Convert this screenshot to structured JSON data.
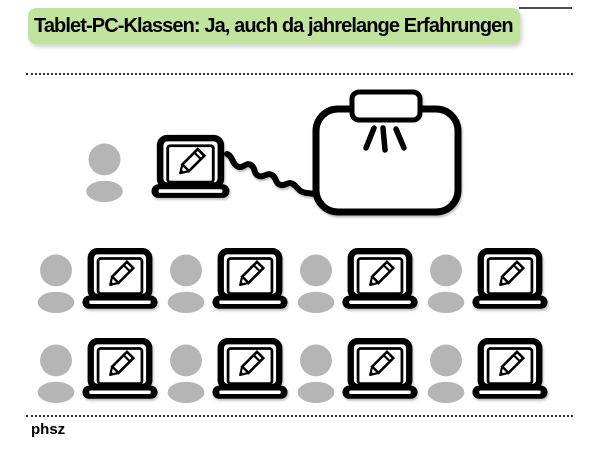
{
  "slide": {
    "title": {
      "text": "Tablet-PC-Klassen: Ja, auch da jahrelange Erfahrungen"
    },
    "footer": {
      "text": "phsz"
    }
  },
  "colors": {
    "title_highlight": "#c0e39e",
    "person_gray": "#b5b5b5",
    "icon_black": "#000000",
    "divider": "#333333"
  },
  "scene": {
    "teacher": {
      "icons": [
        "person-silhouette-icon",
        "laptop-pencil-icon"
      ]
    },
    "projection": {
      "icon": "projector-beam-icon",
      "connector": "squiggle-cable"
    },
    "students": {
      "rows": 2,
      "per_row": 4,
      "count": 8,
      "icons": [
        "person-silhouette-icon",
        "laptop-pencil-icon"
      ]
    }
  }
}
